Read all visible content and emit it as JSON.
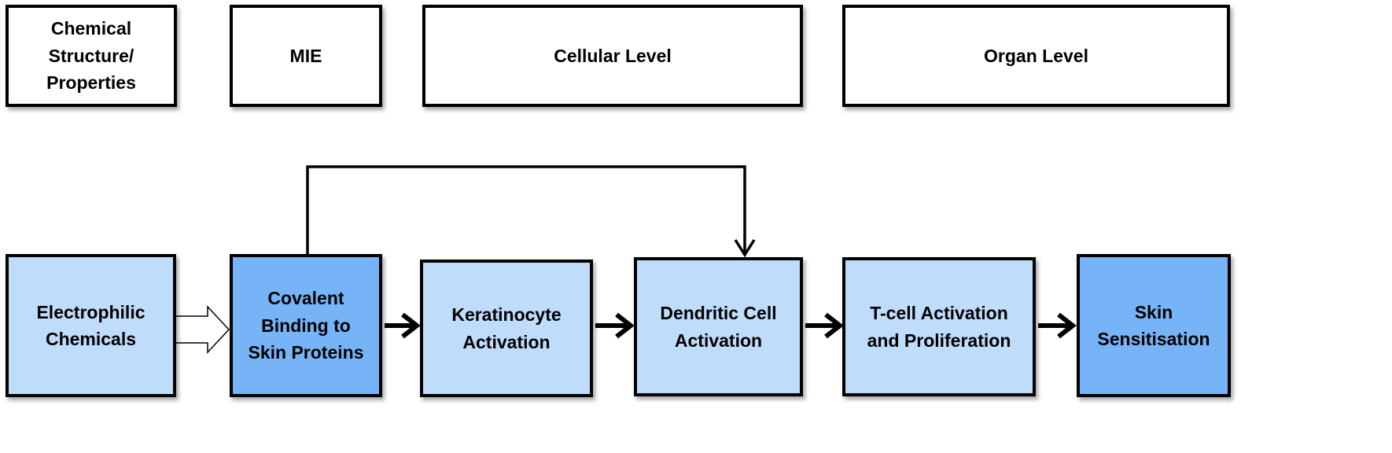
{
  "headers": {
    "chemical_structure": "Chemical\nStructure/\nProperties",
    "mie": "MIE",
    "cellular_level": "Cellular Level",
    "organ_level": "Organ Level"
  },
  "steps": {
    "electrophilic_chemicals": "Electrophilic\nChemicals",
    "covalent_binding": "Covalent\nBinding to\nSkin Proteins",
    "keratinocyte_activation": "Keratinocyte\nActivation",
    "dendritic_cell_activation": "Dendritic   Cell\nActivation",
    "tcell_activation": "T-cell Activation\nand Proliferation",
    "skin_sensitisation": "Skin\nSensitisation"
  },
  "colors": {
    "light_box": "#bfdcfb",
    "dark_box": "#77b4f7",
    "border": "#000000"
  }
}
